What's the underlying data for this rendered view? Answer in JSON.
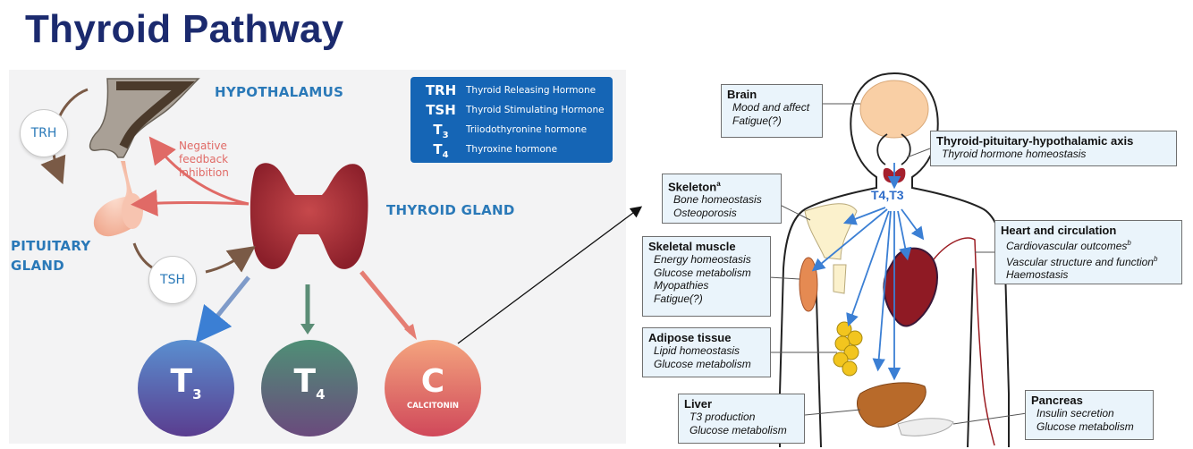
{
  "title": "Thyroid Pathway",
  "left": {
    "hypothalamus": "HYPOTHALAMUS",
    "pituitary_line1": "PITUITARY",
    "pituitary_line2": "GLAND",
    "thyroid_gland": "THYROID GLAND",
    "trh": "TRH",
    "tsh": "TSH",
    "feedback_line1": "Negative",
    "feedback_line2": "feedback",
    "feedback_line3": "inhibition",
    "legend": [
      {
        "abbr": "TRH",
        "name": "Thyroid Releasing Hormone"
      },
      {
        "abbr": "TSH",
        "name": "Thyroid Stimulating Hormone"
      },
      {
        "abbr": "T",
        "sub": "3",
        "name": "Triiodothyronine hormone"
      },
      {
        "abbr": "T",
        "sub": "4",
        "name": "Thyroxine hormone"
      }
    ],
    "t3": {
      "letter": "T",
      "sub": "3"
    },
    "t4": {
      "letter": "T",
      "sub": "4"
    },
    "calcitonin": {
      "letter": "C",
      "label": "CALCITONIN"
    },
    "colors": {
      "title": "#1b2a6e",
      "label_blue": "#2a79b8",
      "legend_bg": "#1565b5",
      "feedback": "#e06a66"
    }
  },
  "right": {
    "center_label": "T4,T3",
    "brain": {
      "title": "Brain",
      "items": [
        "Mood and affect",
        "Fatigue(?)"
      ]
    },
    "axis": {
      "title": "Thyroid-pituitary-hypothalamic axis",
      "items": [
        "Thyroid hormone homeostasis"
      ]
    },
    "skeleton": {
      "title": "Skeleton",
      "sup": "a",
      "items": [
        "Bone homeostasis",
        "Osteoporosis"
      ]
    },
    "heart": {
      "title": "Heart and circulation",
      "items": [
        {
          "text": "Cardiovascular outcomes",
          "sup": "b"
        },
        {
          "text": "Vascular structure and function",
          "sup": "b"
        },
        {
          "text": "Haemostasis",
          "sup": ""
        }
      ]
    },
    "muscle": {
      "title": "Skeletal muscle",
      "items": [
        "Energy homeostasis",
        "Glucose metabolism",
        "Myopathies",
        "Fatigue(?)"
      ]
    },
    "adipose": {
      "title": "Adipose tissue",
      "items": [
        "Lipid homeostasis",
        "Glucose metabolism"
      ]
    },
    "liver": {
      "title": "Liver",
      "items": [
        "T3 production",
        "Glucose metabolism"
      ]
    },
    "pancreas": {
      "title": "Pancreas",
      "items": [
        "Insulin secretion",
        "Glucose metabolism"
      ]
    }
  }
}
